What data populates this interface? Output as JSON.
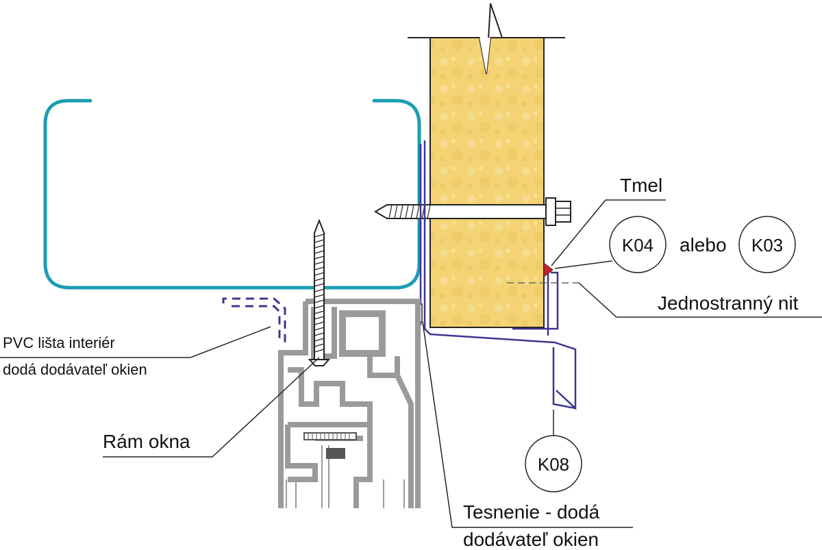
{
  "labels": {
    "tmel": "Tmel",
    "alebo": "alebo",
    "jednostranny_nit": "Jednostranný nit",
    "pvc_line1": "PVC lišta interiér",
    "pvc_line2": "dodá dodávateľ okien",
    "ram_okna": "Rám okna",
    "tesnenie_line1": "Tesnenie - dodá",
    "tesnenie_line2": "dodávateľ okien"
  },
  "codes": {
    "k04": "K04",
    "k03": "K03",
    "k08": "K08"
  },
  "colors": {
    "insulation": "#f3d373",
    "insulation_light": "#fbe6a4",
    "gutter": "#1c9db3",
    "flashing": "#3b3591",
    "frame": "#9a9a9a",
    "sealant": "#c0262d",
    "leader": "#222222"
  }
}
